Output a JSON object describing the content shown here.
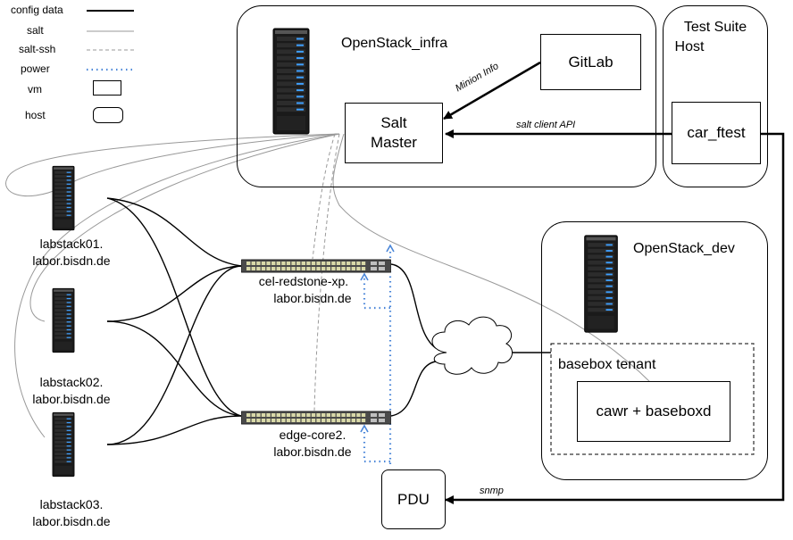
{
  "legend": {
    "config_data": "config data",
    "salt": "salt",
    "salt_ssh": "salt-ssh",
    "power": "power",
    "vm": "vm",
    "host": "host"
  },
  "groups": {
    "openstack_infra": "OpenStack_infra",
    "test_suite_host": [
      "Test Suite",
      "Host"
    ],
    "openstack_dev": "OpenStack_dev",
    "basebox_tenant": "basebox tenant"
  },
  "nodes": {
    "gitlab": "GitLab",
    "salt_master": [
      "Salt",
      "Master"
    ],
    "car_ftest": "car_ftest",
    "cawr_baseboxd": "cawr + baseboxd",
    "pdu": "PDU",
    "labstack01": [
      "labstack01.",
      "labor.bisdn.de"
    ],
    "labstack02": [
      "labstack02.",
      "labor.bisdn.de"
    ],
    "labstack03": [
      "labstack03.",
      "labor.bisdn.de"
    ],
    "switch1": [
      "cel-redstone-xp.",
      "labor.bisdn.de"
    ],
    "switch2": [
      "edge-core2.",
      "labor.bisdn.de"
    ]
  },
  "edge_labels": {
    "minion_info": "Minion Info",
    "salt_client_api": "salt client API",
    "snmp": "snmp"
  },
  "colors": {
    "line": "#000000",
    "salt": "#999999",
    "power": "#4a86d8"
  }
}
